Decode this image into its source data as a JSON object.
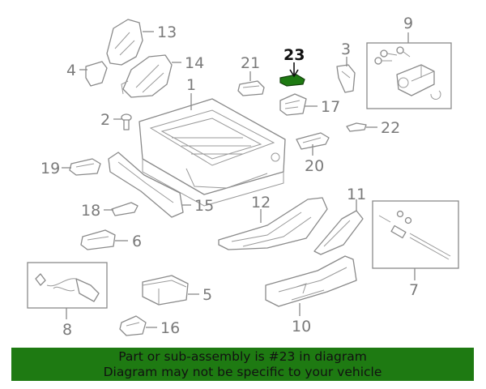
{
  "labels": {
    "p1": "1",
    "p2": "2",
    "p3": "3",
    "p4": "4",
    "p5": "5",
    "p6": "6",
    "p7": "7",
    "p8": "8",
    "p9": "9",
    "p10": "10",
    "p11": "11",
    "p12": "12",
    "p13": "13",
    "p14": "14",
    "p15": "15",
    "p16": "16",
    "p17": "17",
    "p18": "18",
    "p19": "19",
    "p20": "20",
    "p21": "21",
    "p22": "22",
    "p23": "23"
  },
  "highlighted_part": "23",
  "highlight_color": "#1e7a12",
  "banner": {
    "line1": "Part or sub-assembly is #23 in diagram",
    "line2": "Diagram may not be specific to your vehicle"
  }
}
